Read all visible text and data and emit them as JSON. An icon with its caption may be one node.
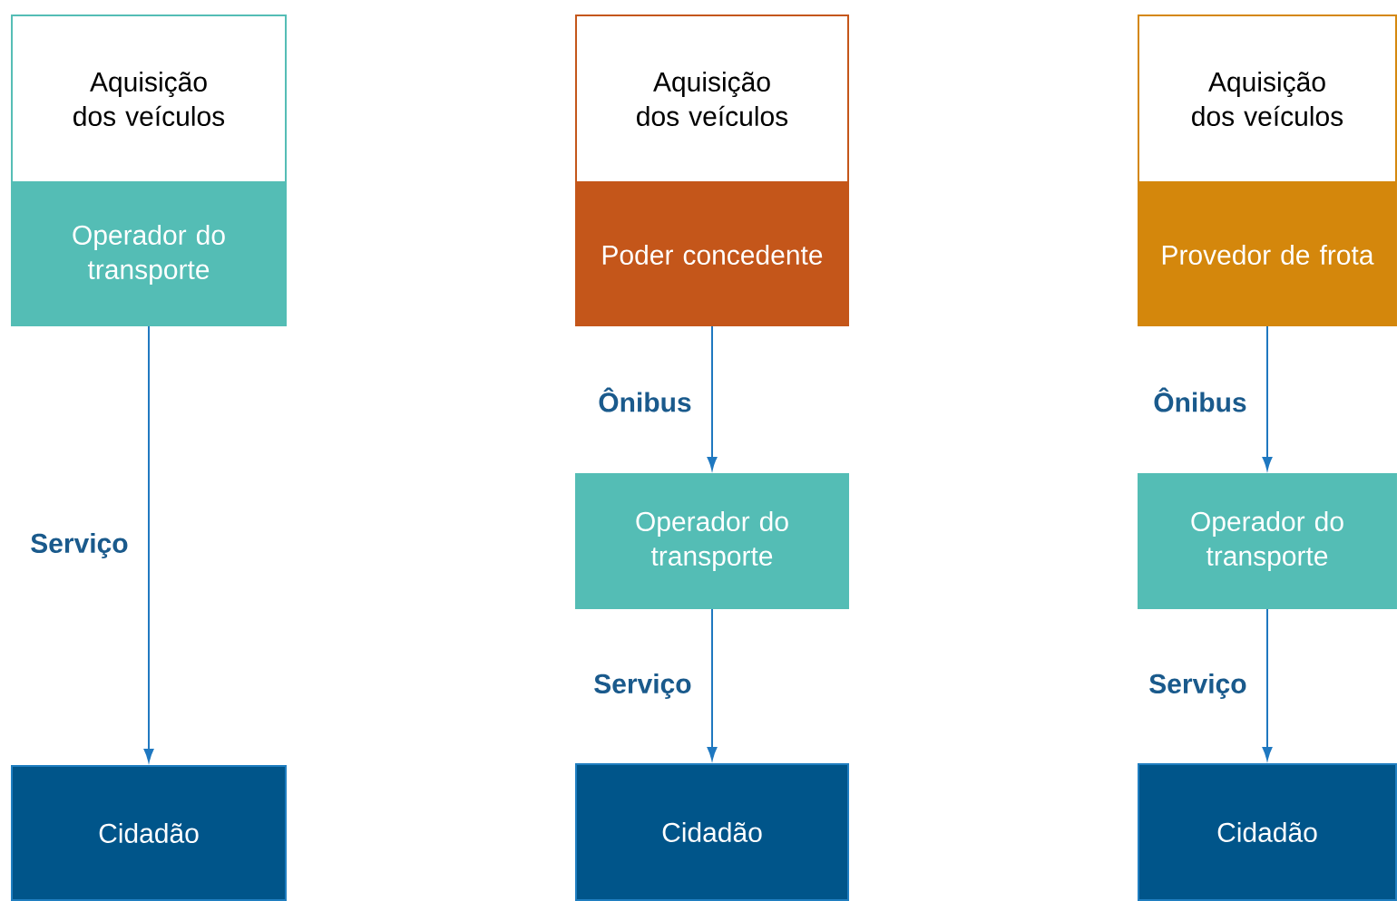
{
  "diagram": {
    "nodes": [
      {
        "text": [
          "Aquisição dos veículos"
        ]
      },
      {
        "text": [
          "Operador do transporte"
        ]
      },
      {
        "text": [
          "Cidadão"
        ]
      },
      {
        "text": [
          "Aquisição dos veículos"
        ]
      },
      {
        "text": [
          "Poder concedente"
        ]
      },
      {
        "text": [
          "Operador do transporte"
        ]
      },
      {
        "text": [
          "Cidadão"
        ]
      },
      {
        "text": [
          "Aquisição dos veículos"
        ]
      },
      {
        "text": [
          "Provedor de frota"
        ]
      },
      {
        "text": [
          "Operador do transporte"
        ]
      },
      {
        "text": [
          "Cidadão"
        ]
      }
    ],
    "edges": [
      {
        "from": 1,
        "to": 2,
        "arrow": "to",
        "label": "Serviço"
      },
      {
        "from": 4,
        "to": 5,
        "arrow": "to",
        "label": "Ônibus"
      },
      {
        "from": 5,
        "to": 6,
        "arrow": "to",
        "label": "Serviço"
      },
      {
        "from": 8,
        "to": 9,
        "arrow": "to",
        "label": "Ônibus"
      },
      {
        "from": 9,
        "to": 10,
        "arrow": "to",
        "label": "Serviço"
      }
    ]
  }
}
